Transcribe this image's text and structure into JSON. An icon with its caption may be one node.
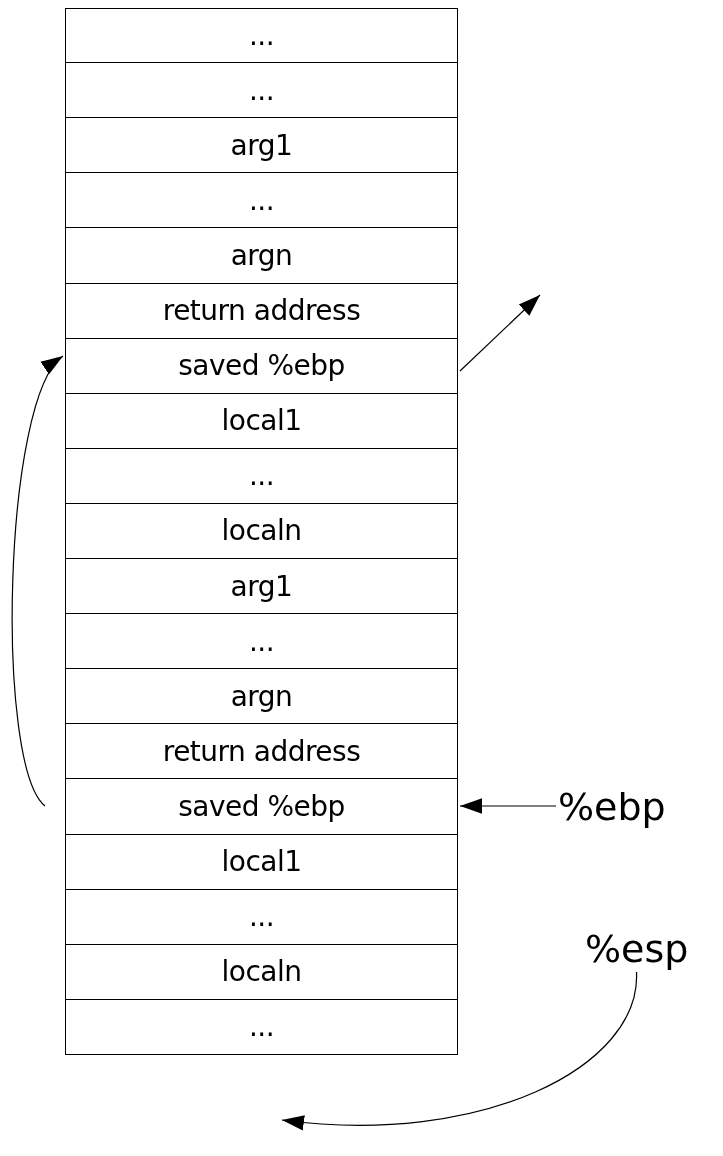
{
  "diagram": {
    "nodes": [
      {
        "text": [
          "..."
        ]
      },
      {
        "text": [
          "..."
        ]
      },
      {
        "text": [
          "arg1"
        ]
      },
      {
        "text": [
          "..."
        ]
      },
      {
        "text": [
          "argn"
        ]
      },
      {
        "text": [
          "return address"
        ]
      },
      {
        "text": [
          "saved %ebp"
        ]
      },
      {
        "text": [
          "local1"
        ]
      },
      {
        "text": [
          "..."
        ]
      },
      {
        "text": [
          "localn"
        ]
      },
      {
        "text": [
          "arg1"
        ]
      },
      {
        "text": [
          "..."
        ]
      },
      {
        "text": [
          "argn"
        ]
      },
      {
        "text": [
          "return address"
        ]
      },
      {
        "text": [
          "saved %ebp"
        ]
      },
      {
        "text": [
          "local1"
        ]
      },
      {
        "text": [
          "..."
        ]
      },
      {
        "text": [
          "localn"
        ]
      },
      {
        "text": [
          "..."
        ]
      },
      {
        "text": [
          "%ebp"
        ]
      },
      {
        "text": [
          "%esp"
        ]
      }
    ],
    "edges": [
      {
        "from": 14,
        "to": 6,
        "arrow": "to"
      },
      {
        "from": 6,
        "to": null,
        "arrow": "to"
      },
      {
        "from": 19,
        "to": 14,
        "arrow": "to"
      },
      {
        "from": 20,
        "to": null,
        "arrow": "to"
      }
    ]
  }
}
